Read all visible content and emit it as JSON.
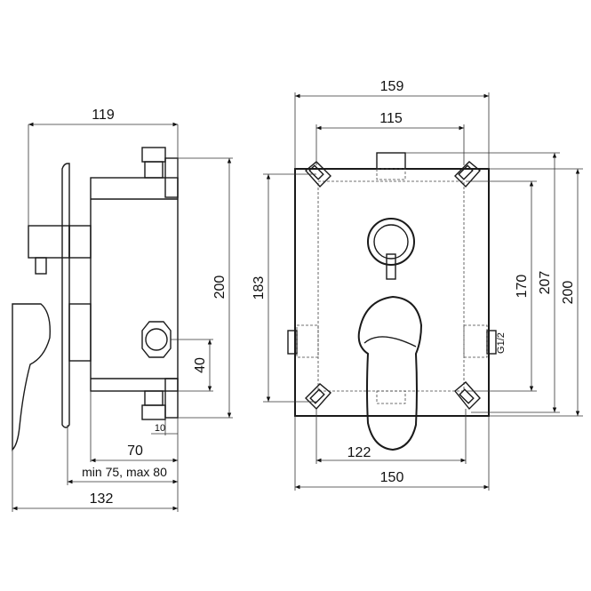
{
  "side_view": {
    "dim_width_top": "119",
    "dim_height": "200",
    "dim_port": "40",
    "dim_small": "10",
    "dim_depth": "70",
    "dim_range": "min 75, max 80",
    "dim_total": "132"
  },
  "front_view": {
    "dim_outer_width": "159",
    "dim_inner_width": "115",
    "dim_left_height": "183",
    "dim_inner_height": "170",
    "dim_outer_height_a": "207",
    "dim_outer_height_b": "200",
    "thread_label": "G1/2",
    "dim_hole_spacing": "122",
    "dim_body_width": "150"
  }
}
